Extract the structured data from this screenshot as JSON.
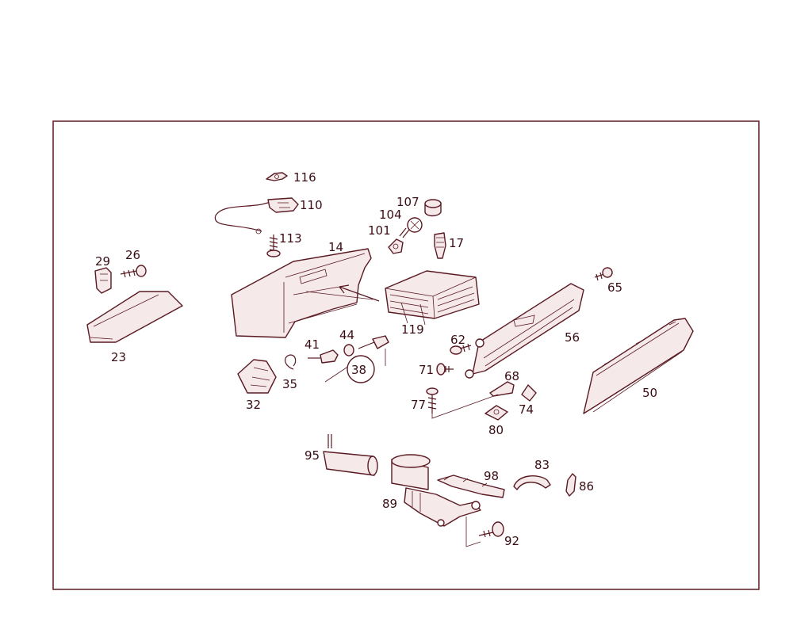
{
  "colors": {
    "line": "#5a1a22",
    "text": "#3a0d14",
    "frame": "#5a1a22",
    "fill": "#f5e9ea"
  },
  "labels": {
    "p116": "116",
    "p110": "110",
    "p113": "113",
    "p107": "107",
    "p104": "104",
    "p101": "101",
    "p17": "17",
    "p14": "14",
    "p29": "29",
    "p26": "26",
    "p65": "65",
    "p119": "119",
    "p56": "56",
    "p62": "62",
    "p41": "41",
    "p44": "44",
    "p38": "38",
    "p23": "23",
    "p71": "71",
    "p68": "68",
    "p35": "35",
    "p50": "50",
    "p32": "32",
    "p74": "74",
    "p77": "77",
    "p80": "80",
    "p95": "95",
    "p83": "83",
    "p98": "98",
    "p86": "86",
    "p89": "89",
    "p92": "92"
  }
}
